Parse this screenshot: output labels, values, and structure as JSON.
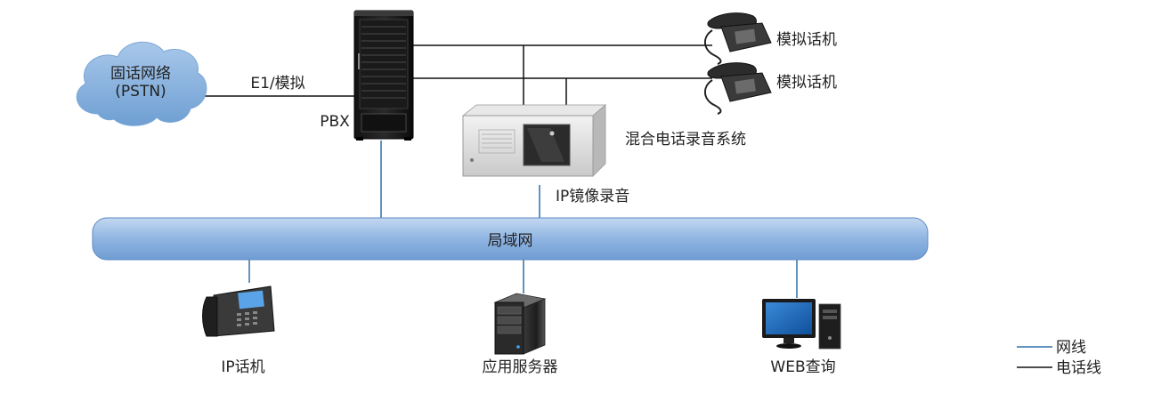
{
  "nodes": {
    "pstn": {
      "line1": "固话网络",
      "line2": "(PSTN)"
    },
    "pbx": {
      "label": "PBX"
    },
    "e1_link": {
      "label": "E1/模拟"
    },
    "analog_phone_1": {
      "label": "模拟话机"
    },
    "analog_phone_2": {
      "label": "模拟话机"
    },
    "recorder": {
      "label": "混合电话录音系统"
    },
    "ip_mirror": {
      "label": "IP镜像录音"
    },
    "lan": {
      "label": "局域网"
    },
    "ip_phone": {
      "label": "IP话机"
    },
    "app_server": {
      "label": "应用服务器"
    },
    "web_query": {
      "label": "WEB查询"
    }
  },
  "legend": {
    "network_line": "网线",
    "phone_line": "电话线"
  },
  "colors": {
    "network_line": "#2e6fa8",
    "phone_line": "#111111",
    "lan_fill": "#8fb5e2",
    "cloud_fill": "#8ab4df"
  }
}
